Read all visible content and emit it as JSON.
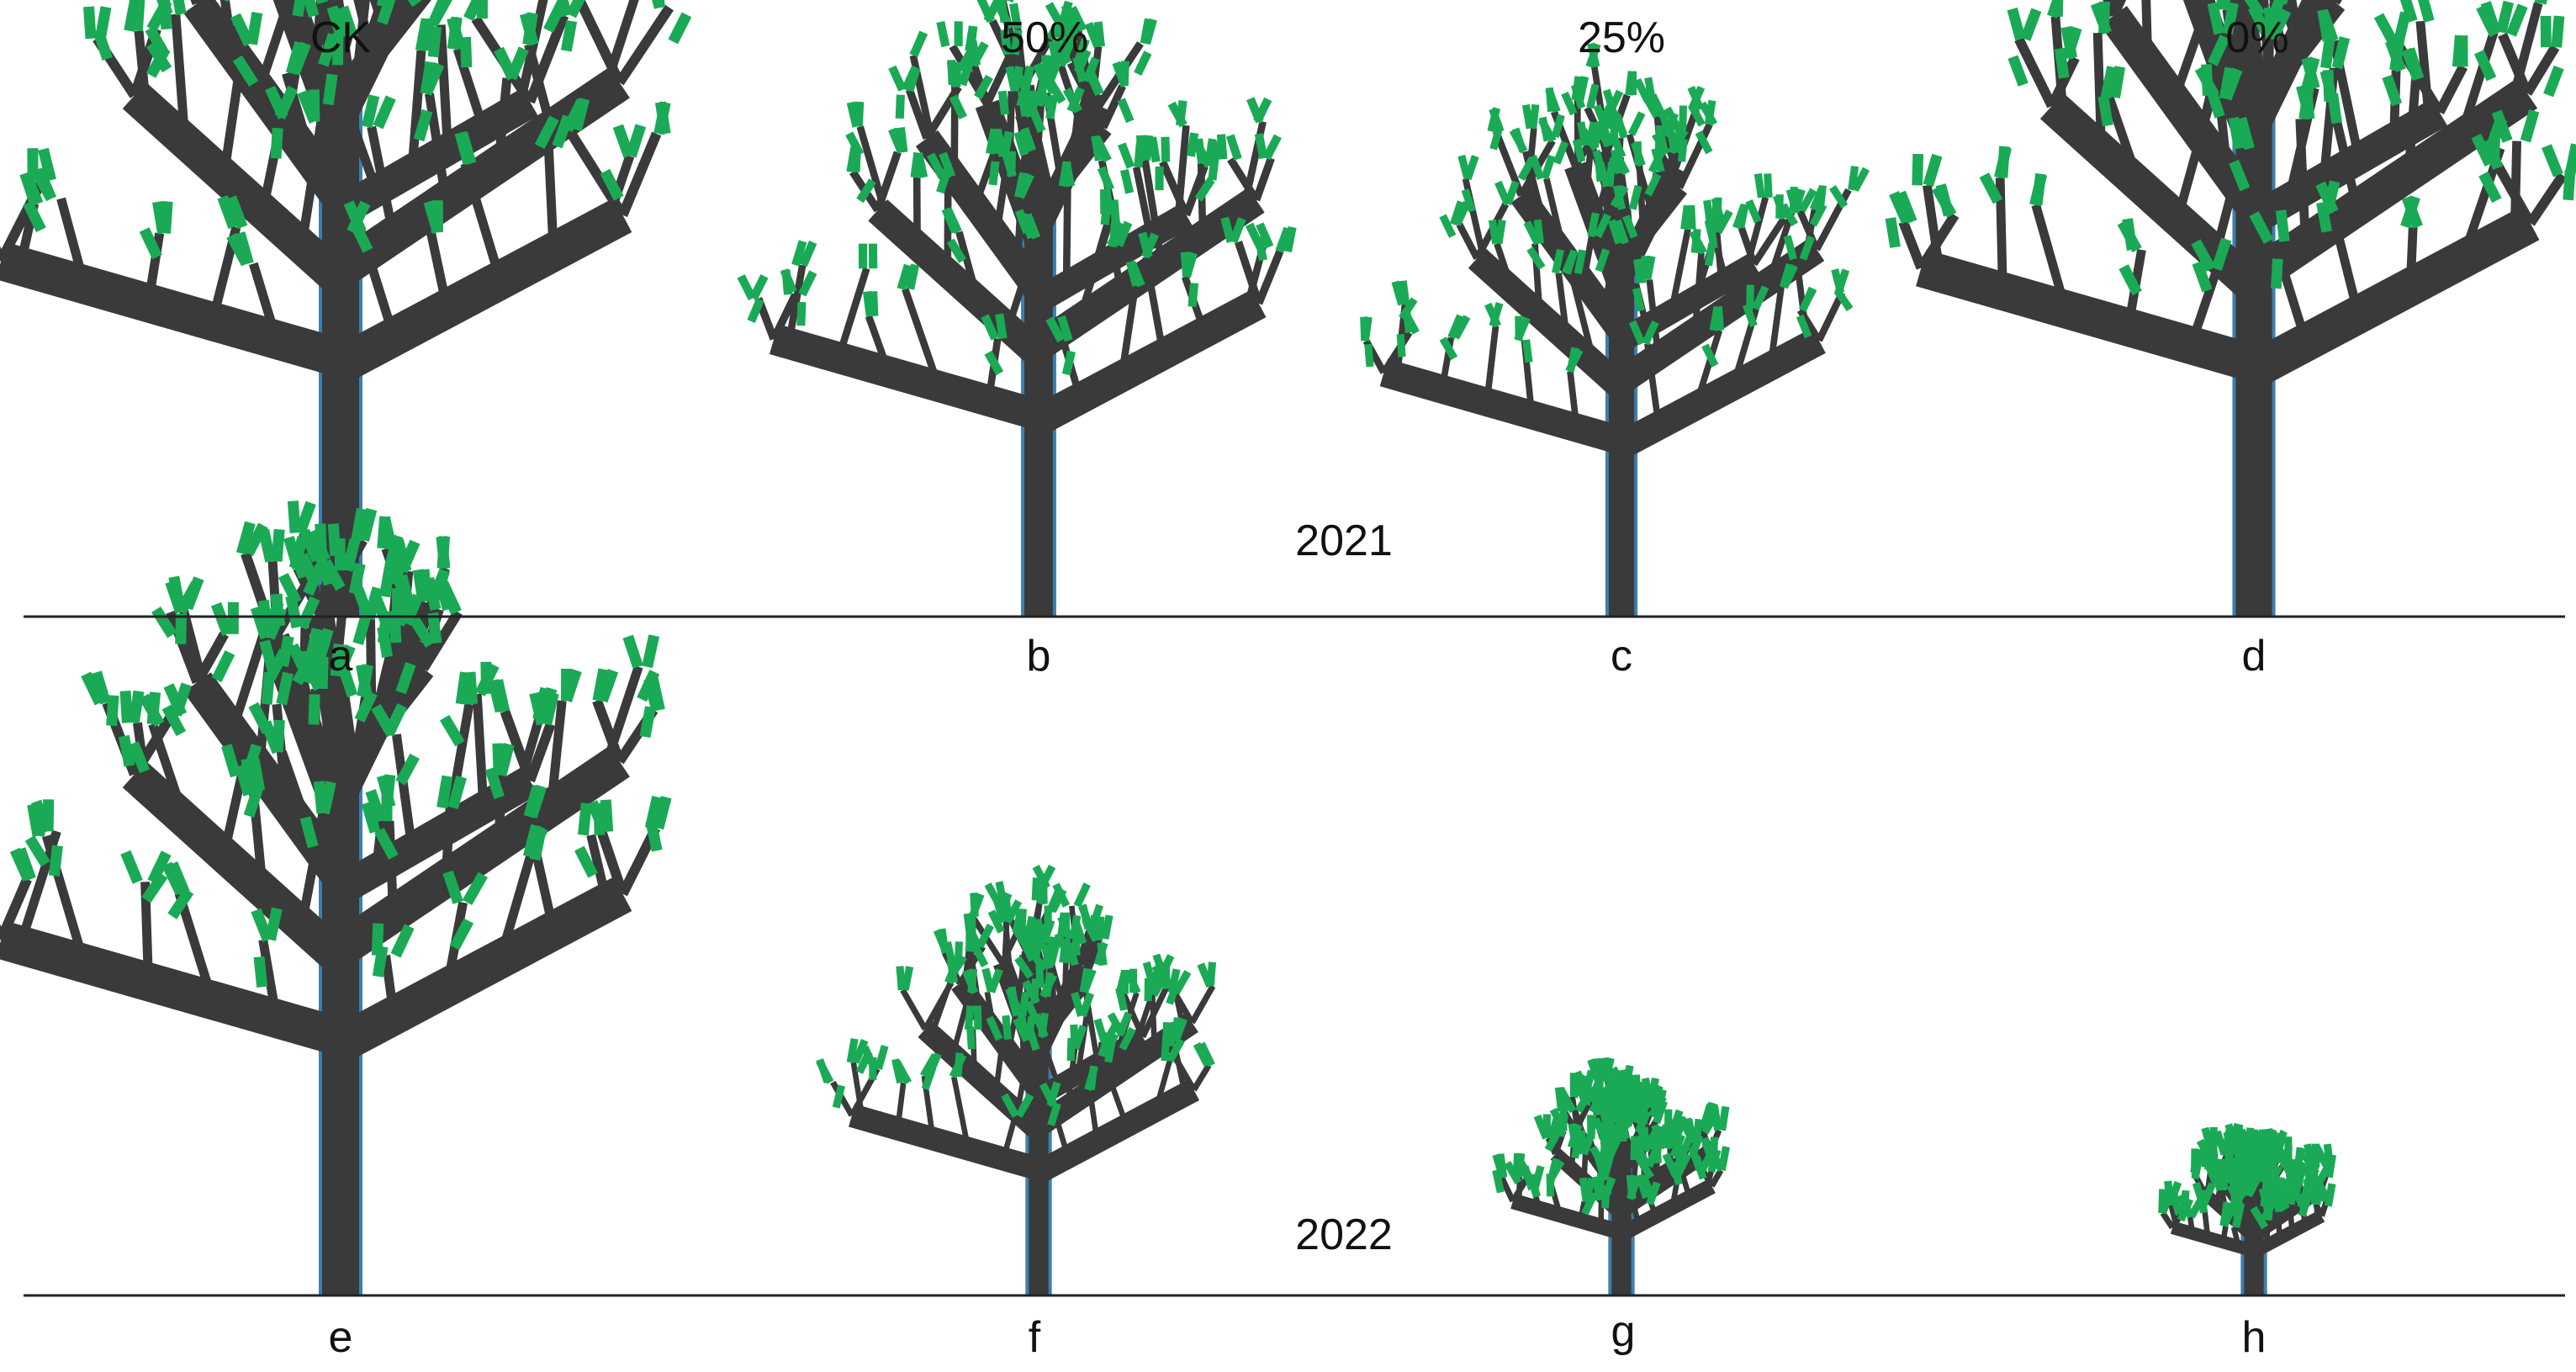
{
  "treatments": [
    "CK",
    "50%",
    "25%",
    "0%"
  ],
  "rows": [
    {
      "year": "2021",
      "panels": [
        {
          "letter": "a",
          "scale": 1.0
        },
        {
          "letter": "b",
          "scale": 0.78
        },
        {
          "letter": "c",
          "scale": 0.7
        },
        {
          "letter": "d",
          "scale": 0.98
        }
      ]
    },
    {
      "year": "2022",
      "panels": [
        {
          "letter": "e",
          "scale": 1.0
        },
        {
          "letter": "f",
          "scale": 0.55
        },
        {
          "letter": "g",
          "scale": 0.32
        },
        {
          "letter": "h",
          "scale": 0.24
        }
      ]
    }
  ],
  "colors": {
    "branch": "#3a3a3a",
    "leaf": "#1aaa55",
    "trunk_edge": "#3b7fb0",
    "ground": "#222222"
  }
}
